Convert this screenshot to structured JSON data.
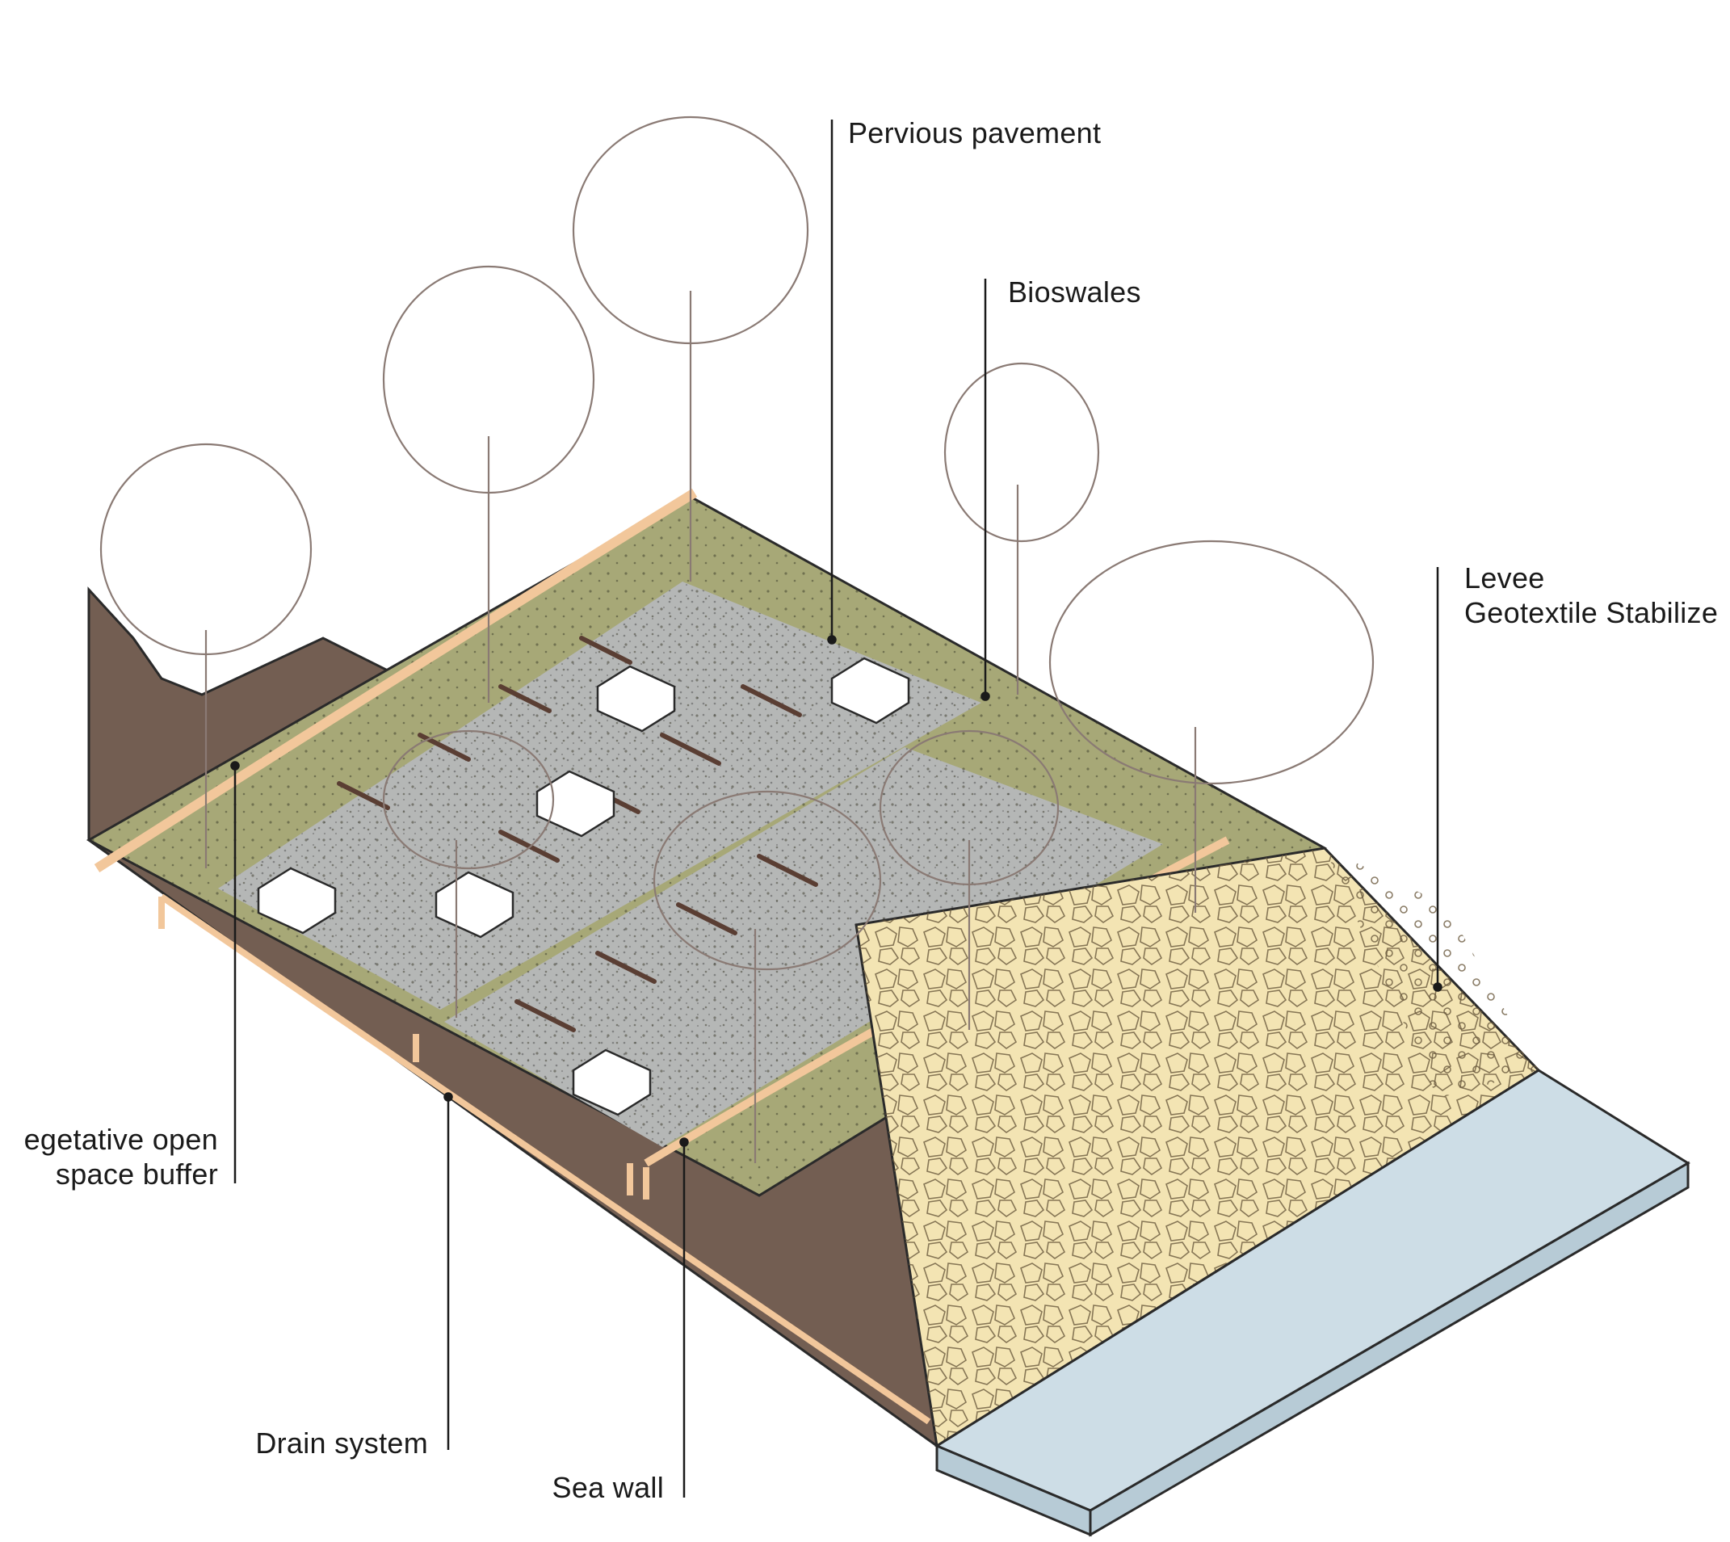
{
  "labels": {
    "pervious_pavement": "Pervious pavement",
    "bioswales": "Bioswales",
    "levee_line1": "Levee",
    "levee_line2": "Geotextile Stabilize",
    "vegetative_line1": "egetative open",
    "vegetative_line2": "space buffer",
    "drain_system": "Drain system",
    "sea_wall": "Sea wall"
  },
  "colors": {
    "soil": "#735e52",
    "grass": "#a7a877",
    "pavement": "#b5b7b6",
    "drain": "#f2c79b",
    "levee": "#f3e4b3",
    "water": "#cddde6",
    "water_side": "#b7cbd6",
    "tree_line": "#8a7a74",
    "leader": "#1a1a1a"
  }
}
